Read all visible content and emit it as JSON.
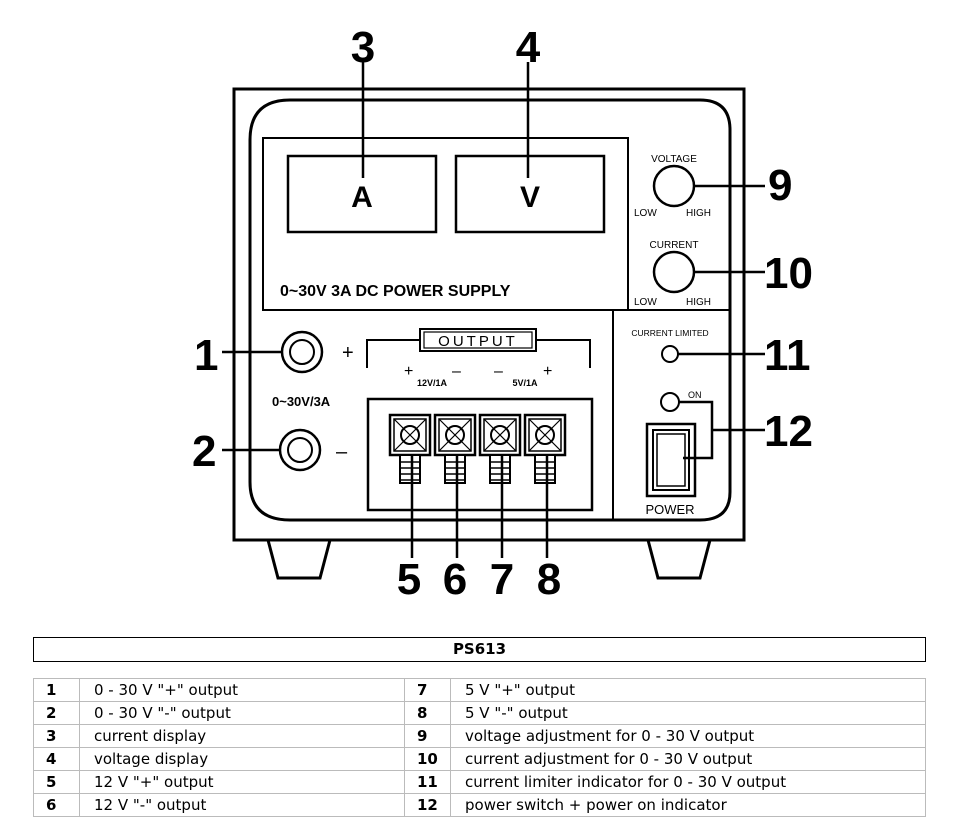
{
  "device": {
    "display_current_label": "A",
    "display_voltage_label": "V",
    "panel_title": "0~30V 3A DC POWER SUPPLY",
    "voltage_knob": {
      "label": "VOLTAGE",
      "low": "LOW",
      "high": "HIGH"
    },
    "current_knob": {
      "label": "CURRENT",
      "low": "LOW",
      "high": "HIGH"
    },
    "current_limited_label": "CURRENT LIMITED",
    "on_label": "ON",
    "power_label": "POWER",
    "output_label": "OUTPUT",
    "output_12v_label": "12V/1A",
    "output_5v_label": "5V/1A",
    "variable_output_label": "0~30V/3A",
    "plus_sign": "+",
    "minus_sign": "–",
    "callouts": [
      "1",
      "2",
      "3",
      "4",
      "5",
      "6",
      "7",
      "8",
      "9",
      "10",
      "11",
      "12"
    ]
  },
  "model": "PS613",
  "legend": [
    {
      "num": "1",
      "desc": "0 - 30 V \"+\" output"
    },
    {
      "num": "2",
      "desc": "0 - 30 V \"-\" output"
    },
    {
      "num": "3",
      "desc": "current display"
    },
    {
      "num": "4",
      "desc": "voltage display"
    },
    {
      "num": "5",
      "desc": "12 V \"+\" output"
    },
    {
      "num": "6",
      "desc": "12 V \"-\" output"
    },
    {
      "num": "7",
      "desc": "5 V \"+\" output"
    },
    {
      "num": "8",
      "desc": "5 V \"-\" output"
    },
    {
      "num": "9",
      "desc": "voltage adjustment for 0 - 30 V output"
    },
    {
      "num": "10",
      "desc": "current adjustment for 0 - 30 V output"
    },
    {
      "num": "11",
      "desc": "current limiter indicator for 0 - 30 V output"
    },
    {
      "num": "12",
      "desc": "power switch + power on indicator"
    }
  ]
}
